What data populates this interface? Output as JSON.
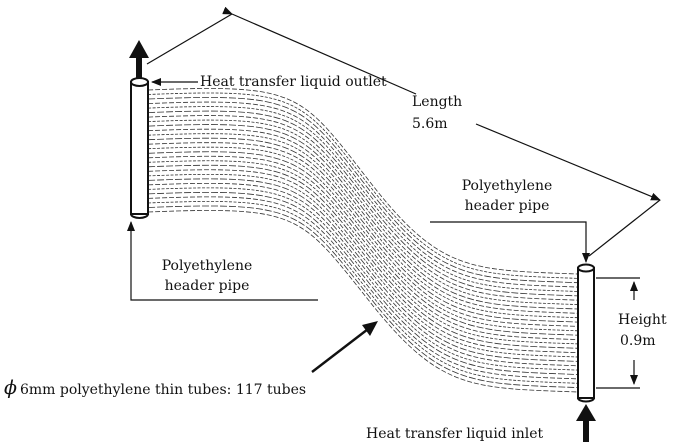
{
  "labels": {
    "outlet": "Heat transfer liquid outlet",
    "inlet": "Heat transfer liquid inlet",
    "length_label": "Length",
    "length_value": "5.6m",
    "height_label": "Height",
    "height_value": "0.9m",
    "header_pipe_right_line1": "Polyethylene",
    "header_pipe_right_line2": "header pipe",
    "header_pipe_left_line1": "Polyethylene",
    "header_pipe_left_line2": "header pipe",
    "tubes_symbol": "ϕ",
    "tubes_text": "6mm polyethylene thin tubes: 117 tubes"
  },
  "colors": {
    "ink": "#111111",
    "tube_ink": "#333333",
    "background": "#ffffff"
  }
}
